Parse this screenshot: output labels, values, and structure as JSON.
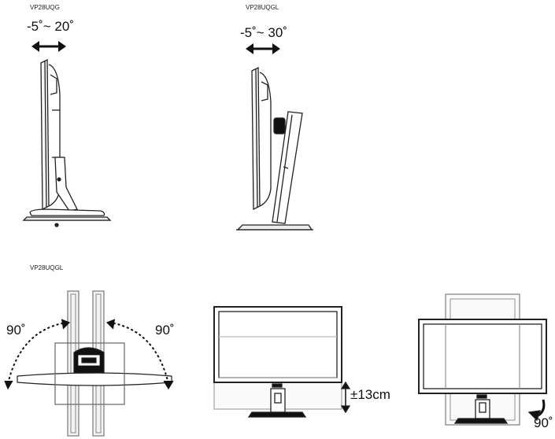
{
  "panels": {
    "side_uqg": {
      "model": "VP28UQG",
      "tilt": "-5˚~ 20˚"
    },
    "side_uqgl": {
      "model": "VP28UQGL",
      "tilt": "-5˚~ 30˚"
    },
    "swivel": {
      "model": "VP28UQGL",
      "left_angle": "90˚",
      "right_angle": "90˚"
    },
    "height": {
      "range": "±13cm"
    },
    "pivot": {
      "angle": "90˚"
    }
  }
}
